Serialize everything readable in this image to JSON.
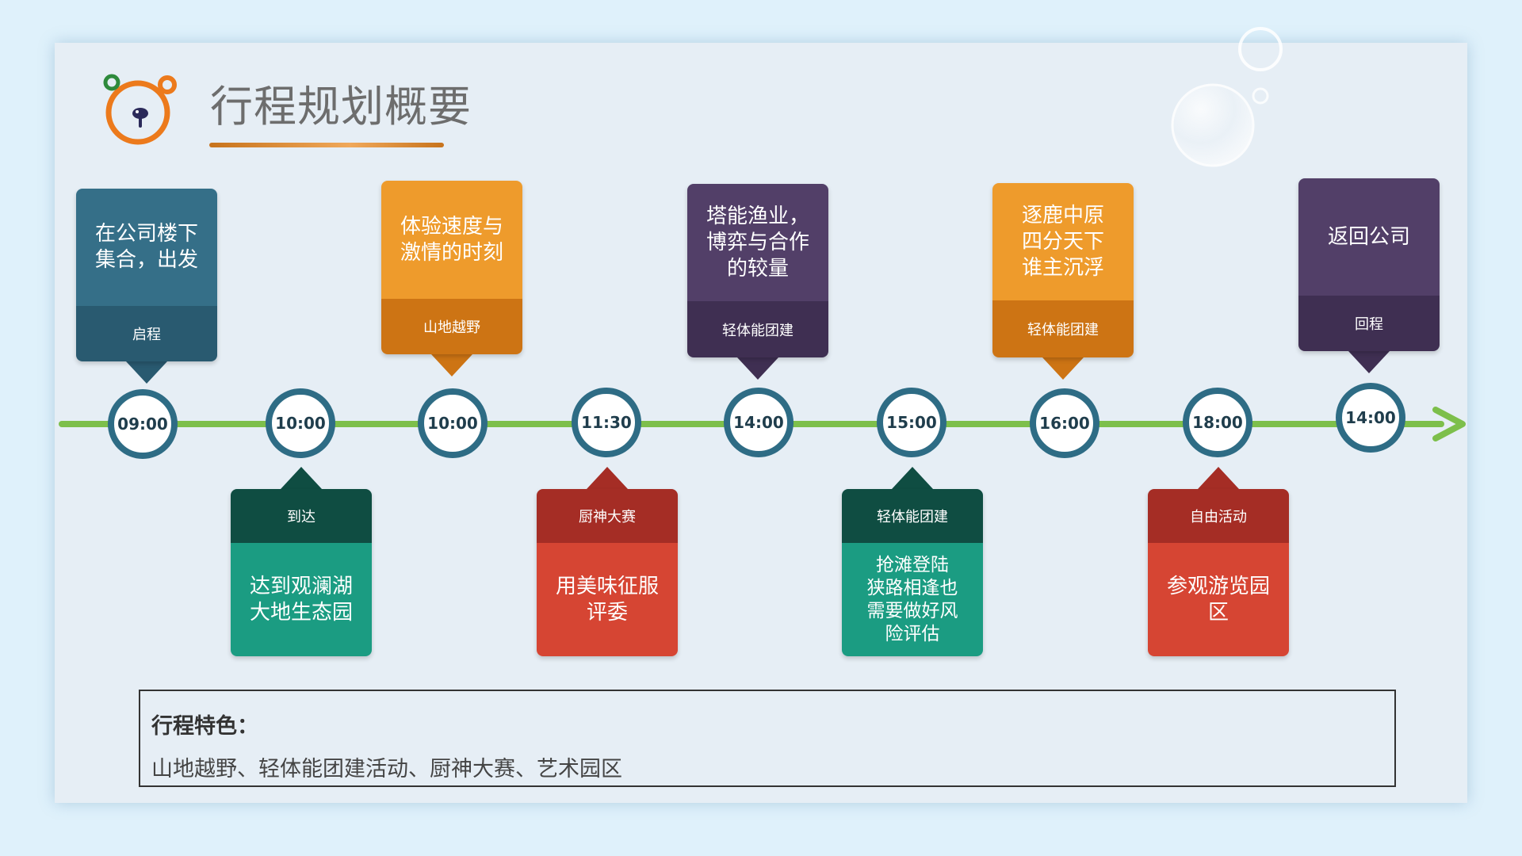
{
  "title": "行程规划概要",
  "colors": {
    "steel": "#356f88",
    "steel_dark": "#295a70",
    "orange": "#ee9b2c",
    "orange_dark": "#cd7414",
    "purple": "#523f68",
    "purple_dark": "#3f2f52",
    "teal": "#1b9c82",
    "teal_dark": "#0f4d42",
    "red": "#d64533",
    "red_dark": "#a52d25",
    "line": "#7dbf4b",
    "node_ring": "#2e6c85"
  },
  "stops": [
    {
      "time": "09:00",
      "position": "top",
      "text": "在公司楼下\n集合，出发",
      "tag": "启程",
      "color": "steel"
    },
    {
      "time": "10:00",
      "position": "bottom",
      "text": "达到观澜湖\n大地生态园",
      "tag": "到达",
      "color": "teal"
    },
    {
      "time": "10:00",
      "position": "top",
      "text": "体验速度与\n激情的时刻",
      "tag": "山地越野",
      "color": "orange"
    },
    {
      "time": "11:30",
      "position": "bottom",
      "text": "用美味征服\n评委",
      "tag": "厨神大赛",
      "color": "red"
    },
    {
      "time": "14:00",
      "position": "top",
      "text": "塔能渔业，\n博弈与合作\n的较量",
      "tag": "轻体能团建",
      "color": "purple"
    },
    {
      "time": "15:00",
      "position": "bottom",
      "text": "抢滩登陆\n狭路相逢也\n需要做好风\n险评估",
      "tag": "轻体能团建",
      "color": "teal"
    },
    {
      "time": "16:00",
      "position": "top",
      "text": "逐鹿中原\n四分天下\n谁主沉浮",
      "tag": "轻体能团建",
      "color": "orange"
    },
    {
      "time": "18:00",
      "position": "bottom",
      "text": "参观游览园\n区",
      "tag": "自由活动",
      "color": "red"
    },
    {
      "time": "14:00",
      "position": "top",
      "text": "返回公司",
      "tag": "回程",
      "color": "purple"
    }
  ],
  "features": {
    "title": "行程特色：",
    "text": "山地越野、轻体能团建活动、厨神大赛、艺术园区"
  }
}
